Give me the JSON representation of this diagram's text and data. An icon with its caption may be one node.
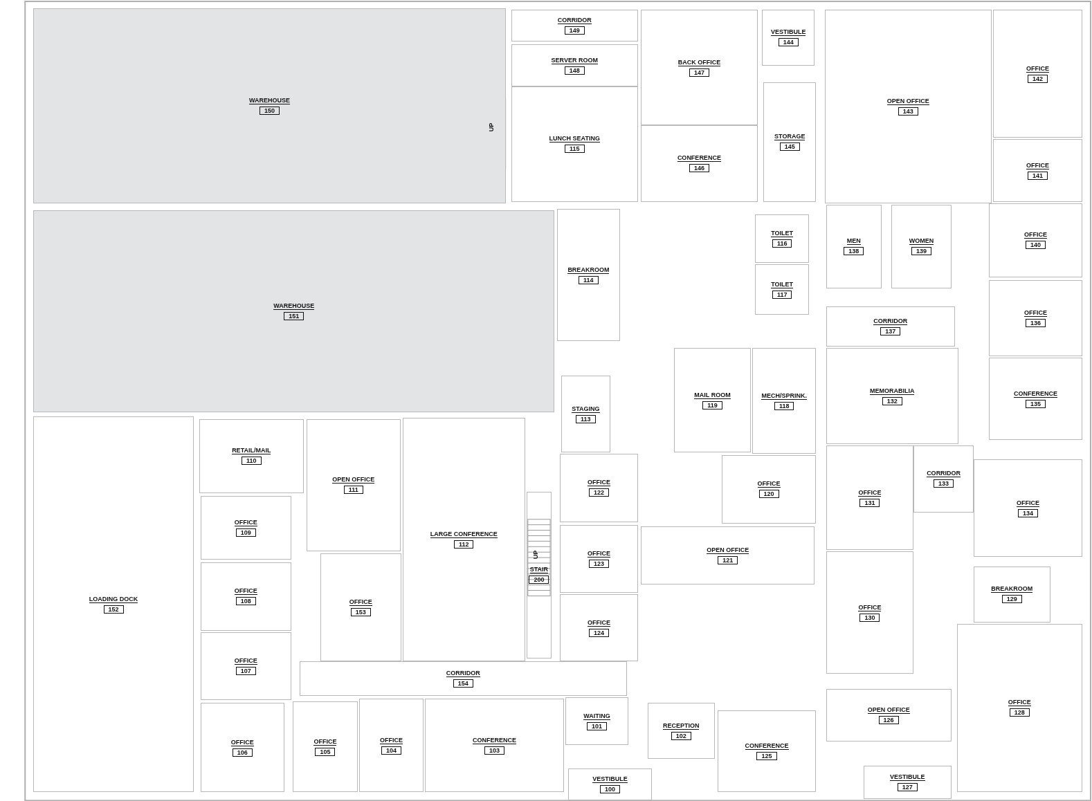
{
  "diagram": {
    "nodes": [
      {
        "text": [
          "CORRIDOR",
          "149"
        ]
      },
      {
        "text": [
          "VESTIBULE",
          "144"
        ]
      },
      {
        "text": [
          "SERVER ROOM",
          "148"
        ]
      },
      {
        "text": [
          "BACK OFFICE",
          "147"
        ]
      },
      {
        "text": [
          "OFFICE",
          "142"
        ]
      },
      {
        "text": [
          "OPEN OFFICE",
          "143"
        ]
      },
      {
        "text": [
          "WAREHOUSE",
          "150"
        ]
      },
      {
        "text": [
          "LUNCH SEATING",
          "115"
        ]
      },
      {
        "text": [
          "STORAGE",
          "145"
        ]
      },
      {
        "text": [
          "OFFICE",
          "141"
        ]
      },
      {
        "text": [
          "CONFERENCE",
          "146"
        ]
      },
      {
        "text": [
          "OFFICE",
          "140"
        ]
      },
      {
        "text": [
          "TOILET",
          "116"
        ]
      },
      {
        "text": [
          "BREAKROOM",
          "114"
        ]
      },
      {
        "text": [
          "MEN",
          "138"
        ]
      },
      {
        "text": [
          "WOMEN",
          "139"
        ]
      },
      {
        "text": [
          "WAREHOUSE",
          "151"
        ]
      },
      {
        "text": [
          "TOILET",
          "117"
        ]
      },
      {
        "text": [
          "CORRIDOR",
          "137"
        ]
      },
      {
        "text": [
          "OFFICE",
          "136"
        ]
      },
      {
        "text": [
          "CONFERENCE",
          "135"
        ]
      },
      {
        "text": [
          "MAIL ROOM",
          "119"
        ]
      },
      {
        "text": [
          "MEMORABILIA",
          "132"
        ]
      },
      {
        "text": [
          "MECH/SPRINK.",
          "118"
        ]
      },
      {
        "text": [
          "STAGING",
          "113"
        ]
      },
      {
        "text": [
          "RETAIL/MAIL",
          "110"
        ]
      },
      {
        "text": [
          "OFFICE",
          "131"
        ]
      },
      {
        "text": [
          "CORRIDOR",
          "133"
        ]
      },
      {
        "text": [
          "OFFICE",
          "122"
        ]
      },
      {
        "text": [
          "OFFICE",
          "120"
        ]
      },
      {
        "text": [
          "OPEN OFFICE",
          "111"
        ]
      },
      {
        "text": [
          "OFFICE",
          "134"
        ]
      },
      {
        "text": [
          "LARGE CONFERENCE",
          "112"
        ]
      },
      {
        "text": [
          "OFFICE",
          "109"
        ]
      },
      {
        "text": [
          "OPEN OFFICE",
          "121"
        ]
      },
      {
        "text": [
          "OFFICE",
          "123"
        ]
      },
      {
        "text": [
          "BREAKROOM",
          "129"
        ]
      },
      {
        "text": [
          "LOADING DOCK",
          "152"
        ]
      },
      {
        "text": [
          "OFFICE",
          "108"
        ]
      },
      {
        "text": [
          "OFFICE",
          "124"
        ]
      },
      {
        "text": [
          "STAIR",
          "200"
        ]
      },
      {
        "text": [
          "OFFICE",
          "153"
        ]
      },
      {
        "text": [
          "OFFICE",
          "130"
        ]
      },
      {
        "text": [
          "OFFICE",
          "107"
        ]
      },
      {
        "text": [
          "CORRIDOR",
          "154"
        ]
      },
      {
        "text": [
          "OFFICE",
          "128"
        ]
      },
      {
        "text": [
          "OPEN OFFICE",
          "126"
        ]
      },
      {
        "text": [
          "WAITING",
          "101"
        ]
      },
      {
        "text": [
          "RECEPTION",
          "102"
        ]
      },
      {
        "text": [
          "CONFERENCE",
          "103"
        ]
      },
      {
        "text": [
          "OFFICE",
          "106"
        ]
      },
      {
        "text": [
          "OFFICE",
          "105"
        ]
      },
      {
        "text": [
          "OFFICE",
          "104"
        ]
      },
      {
        "text": [
          "CONFERENCE",
          "125"
        ]
      },
      {
        "text": [
          "VESTIBULE",
          "100"
        ]
      },
      {
        "text": [
          "VESTIBULE",
          "127"
        ]
      }
    ],
    "labels": [
      "UP",
      "UP"
    ]
  }
}
